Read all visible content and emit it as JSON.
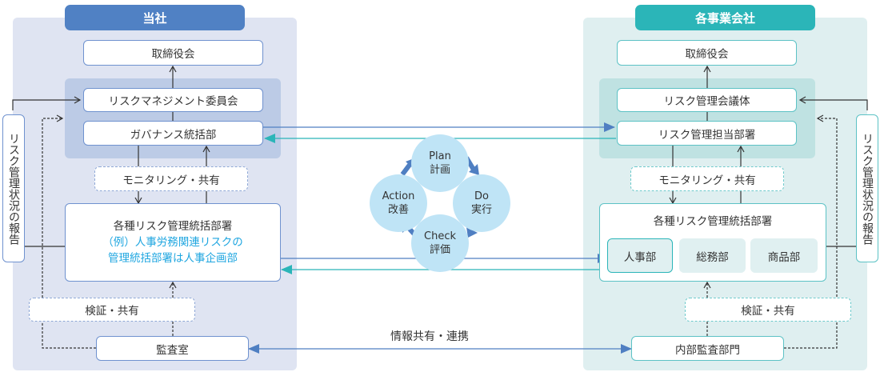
{
  "left": {
    "header": "当社",
    "board": "取締役会",
    "committee": "リスクマネジメント委員会",
    "governance": "ガバナンス統括部",
    "monitoring": "モニタリング・共有",
    "risk_dept": {
      "title": "各種リスク管理統括部署",
      "note_line1": "（例）人事労務関連リスクの",
      "note_line2": "管理統括部署は人事企画部"
    },
    "verify": "検証・共有",
    "audit": "監査室",
    "report": "リスク管理状況の報告"
  },
  "right": {
    "header": "各事業会社",
    "board": "取締役会",
    "council": "リスク管理会議体",
    "risk_owner": "リスク管理担当部署",
    "monitoring": "モニタリング・共有",
    "risk_dept": {
      "title": "各種リスク管理統括部署",
      "subs": [
        "人事部",
        "総務部",
        "商品部"
      ]
    },
    "verify": "検証・共有",
    "audit": "内部監査部門",
    "report": "リスク管理状況の報告"
  },
  "pdca": [
    {
      "en": "Plan",
      "jp": "計画"
    },
    {
      "en": "Do",
      "jp": "実行"
    },
    {
      "en": "Check",
      "jp": "評価"
    },
    {
      "en": "Action",
      "jp": "改善"
    }
  ],
  "link_label": "情報共有・連携",
  "colors": {
    "left_header": "#5081c4",
    "right_header": "#2bb5b8",
    "left_panel": "#dfe4f2",
    "right_panel": "#dfeff0",
    "left_inner": "#bccbe6",
    "right_inner": "#bfe2e2",
    "circle": "#bfe4f6",
    "pdca_arrow": "#4f7fc2",
    "note_text": "#1fa6e0"
  }
}
